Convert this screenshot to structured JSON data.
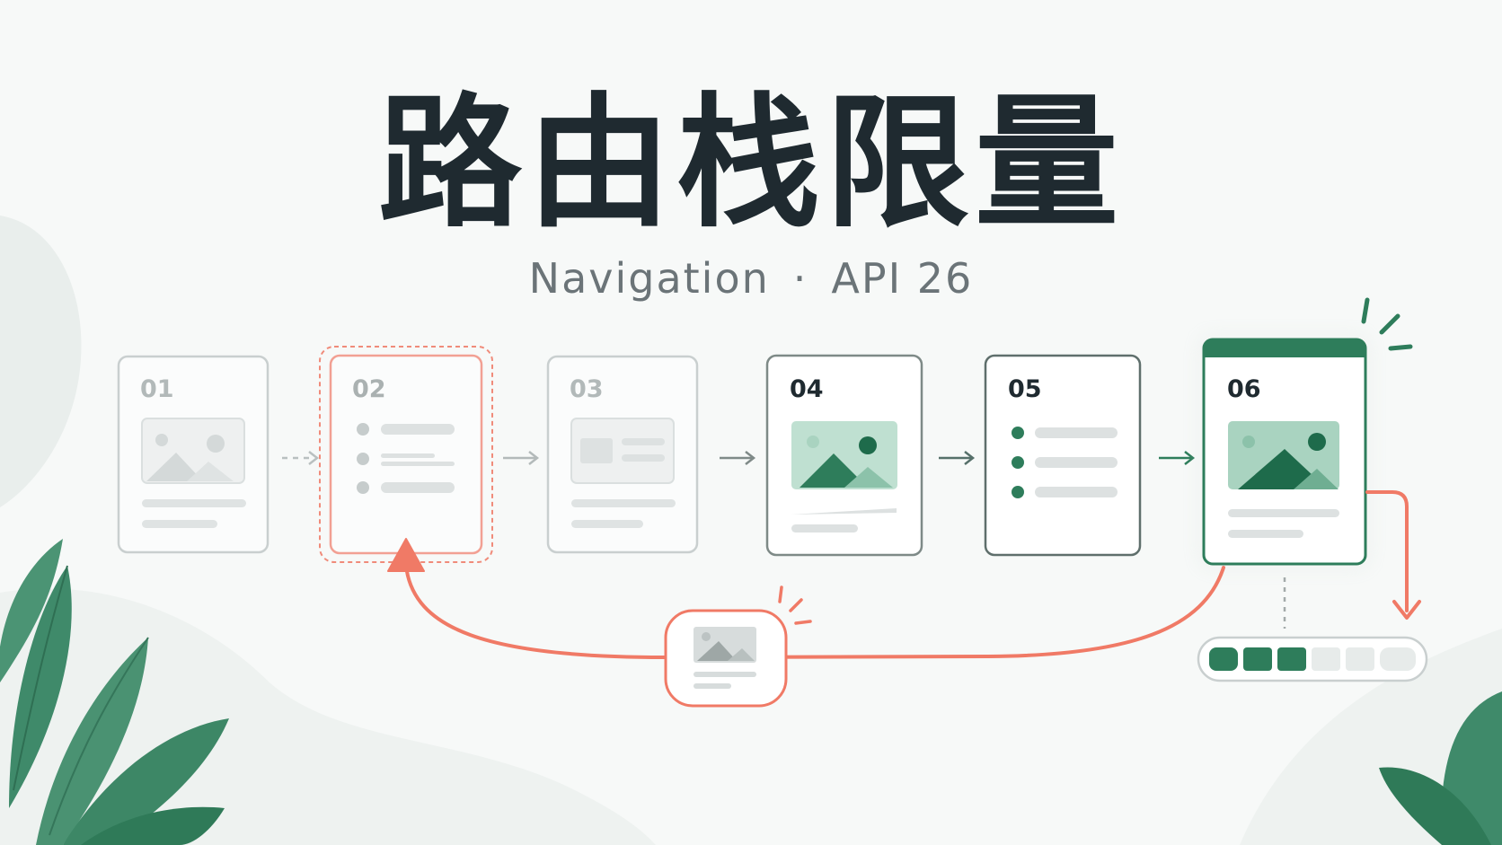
{
  "title": "路由栈限量",
  "subtitle": {
    "left": "Navigation",
    "separator": "·",
    "right": "API 26"
  },
  "pages": [
    {
      "label": "01",
      "state": "faded",
      "content": "image"
    },
    {
      "label": "02",
      "state": "removed",
      "content": "list"
    },
    {
      "label": "03",
      "state": "faded",
      "content": "banner"
    },
    {
      "label": "04",
      "state": "active",
      "content": "image"
    },
    {
      "label": "05",
      "state": "active",
      "content": "list"
    },
    {
      "label": "06",
      "state": "top",
      "content": "image"
    }
  ],
  "stack_capacity": {
    "filled": 3,
    "total": 6
  },
  "colors": {
    "accent_green": "#2e7d5b",
    "accent_red": "#f07a66",
    "text_dark": "#1f2a30",
    "text_muted": "#6b7478",
    "faded": "#c9cfcf"
  },
  "icons": [
    "image-icon",
    "list-icon",
    "arrow-right-icon",
    "leaf-icon",
    "sparkle-icon"
  ]
}
